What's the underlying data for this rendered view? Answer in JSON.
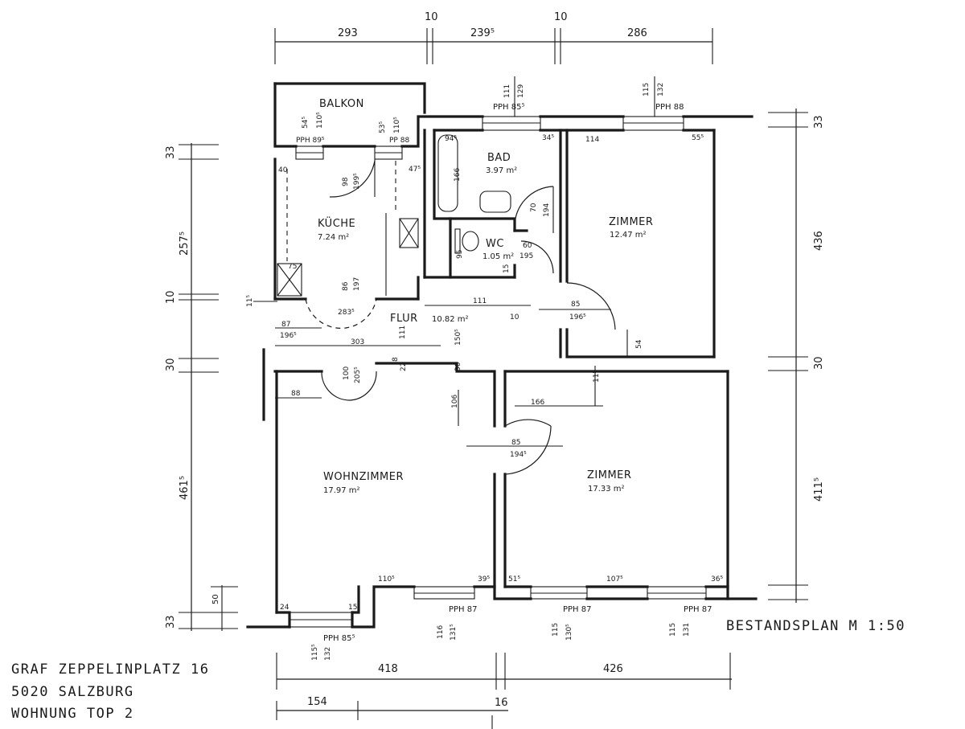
{
  "rooms": {
    "balkon": "BALKON",
    "kueche": "KÜCHE",
    "kueche_area": "7.24 m²",
    "bad": "BAD",
    "bad_area": "3.97 m²",
    "wc": "WC",
    "wc_area": "1.05 m²",
    "zimmer1": "ZIMMER",
    "zimmer1_area": "12.47 m²",
    "flur": "FLUR",
    "flur_area": "10.82 m²",
    "wohnzimmer": "WOHNZIMMER",
    "wohnzimmer_area": "17.97 m²",
    "zimmer2": "ZIMMER",
    "zimmer2_area": "17.33 m²"
  },
  "dims": {
    "top_293": "293",
    "top_10a": "10",
    "top_239": "239⁵",
    "top_10b": "10",
    "top_286": "286",
    "left_33a": "33",
    "left_257": "257⁵",
    "left_10": "10",
    "left_30": "30",
    "left_461": "461⁵",
    "left_33b": "33",
    "left_50": "50",
    "right_33a": "33",
    "right_436": "436",
    "right_30": "30",
    "right_411": "411⁵",
    "bot_418": "418",
    "bot_426": "426",
    "bot_154": "154",
    "bot_16": "16"
  },
  "inner": {
    "pph_balkon1": "PPH 89⁵",
    "pph_balkon2": "PP 88",
    "pph_bad": "PPH 85⁵",
    "pph_zimmer": "PPH 88",
    "pph_wz1": "PPH 85⁵",
    "pph_wz2": "PPH 87",
    "pph_z2a": "PPH 87",
    "pph_z2b": "PPH 87",
    "d_54": "54⁵",
    "d_110a": "110⁵",
    "d_53": "53⁵",
    "d_110b": "110⁵",
    "d_111a": "111",
    "d_129": "129",
    "d_115a": "115",
    "d_132a": "132",
    "d_40": "40",
    "d_98": "98",
    "d_199": "199⁵",
    "d_47": "47⁵",
    "d_94": "94⁵",
    "d_166a": "166",
    "d_34": "34⁵",
    "d_114": "114",
    "d_55": "55⁵",
    "d_70": "70",
    "d_194a": "194",
    "d_60": "60",
    "d_195": "195",
    "d_95": "95",
    "d_15a": "15",
    "d_75": "75",
    "d_86": "86",
    "d_197": "197",
    "d_283": "283⁵",
    "d_111b": "111",
    "d_10c": "10",
    "d_85a": "85",
    "d_196a": "196⁵",
    "d_11": "11⁵",
    "d_87a": "87",
    "d_196b": "196⁵",
    "d_303": "303",
    "d_111c": "111",
    "d_150": "150⁵",
    "d_8": "8",
    "d_22": "22",
    "d_30c": "30",
    "d_54b": "54",
    "d_100": "100",
    "d_205": "205⁵",
    "d_88": "88",
    "d_106": "106",
    "d_166b": "166",
    "d_11b": "11⁵",
    "d_85b": "85",
    "d_194b": "194⁵",
    "d_110c": "110⁵",
    "d_39": "39⁵",
    "d_51": "51⁵",
    "d_107": "107⁵",
    "d_36": "36⁵",
    "d_24": "24",
    "d_15b": "15",
    "d_116": "116",
    "d_131": "131⁵",
    "d_115b": "115",
    "d_130": "130⁵",
    "d_115c": "115",
    "d_131b": "131",
    "d_115d": "115⁵",
    "d_132b": "132"
  },
  "plan_title": "BESTANDSPLAN  M  1:50",
  "address": {
    "line1": "GRAF ZEPPELINPLATZ 16",
    "line2": "5020 SALZBURG",
    "line3": "WOHNUNG TOP 2"
  }
}
